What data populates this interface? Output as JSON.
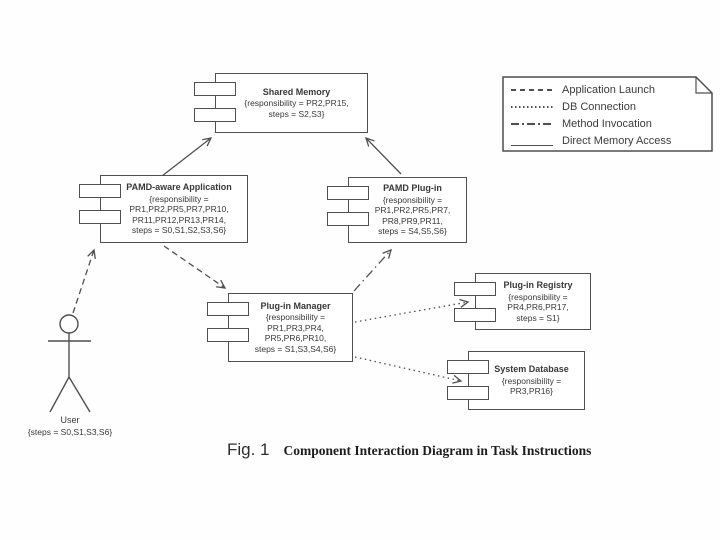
{
  "diagram": {
    "components": {
      "shared_memory": {
        "title": "Shared Memory",
        "props": [
          "{responsibility = PR2,PR15,",
          "steps = S2,S3}"
        ]
      },
      "pamd_app": {
        "title": "PAMD-aware Application",
        "props": [
          "{responsibility =",
          "PR1,PR2,PR5,PR7,PR10,",
          "PR11,PR12,PR13,PR14,",
          "steps = S0,S1,S2,S3,S6}"
        ]
      },
      "pamd_plugin": {
        "title": "PAMD Plug-in",
        "props": [
          "{responsibility =",
          "PR1,PR2,PR5,PR7,",
          "PR8,PR9,PR11,",
          "steps = S4,S5,S6}"
        ]
      },
      "plugin_manager": {
        "title": "Plug-in Manager",
        "props": [
          "{responsibility =",
          "PR1,PR3,PR4,",
          "PR5,PR6,PR10,",
          "steps = S1,S3,S4,S6}"
        ]
      },
      "plugin_registry": {
        "title": "Plug-in Registry",
        "props": [
          "{responsibility =",
          "PR4,PR6,PR17,",
          "steps = S1}"
        ]
      },
      "system_database": {
        "title": "System Database",
        "props": [
          "{responsibility =",
          "PR3,PR16}"
        ]
      }
    },
    "actor": {
      "name": "User",
      "steps": "{steps = S0,S1,S3,S6}"
    },
    "legend": {
      "items": [
        {
          "style": "dashed",
          "label": "Application Launch"
        },
        {
          "style": "dotted",
          "label": "DB Connection"
        },
        {
          "style": "dashdot",
          "label": "Method Invocation"
        },
        {
          "style": "solid",
          "label": "Direct Memory Access"
        }
      ]
    },
    "caption": {
      "fig": "Fig. 1",
      "title": "Component Interaction Diagram in Task Instructions"
    },
    "colors": {
      "line": "#4f4f4f",
      "text": "#383838",
      "background": "#ffffff"
    }
  }
}
